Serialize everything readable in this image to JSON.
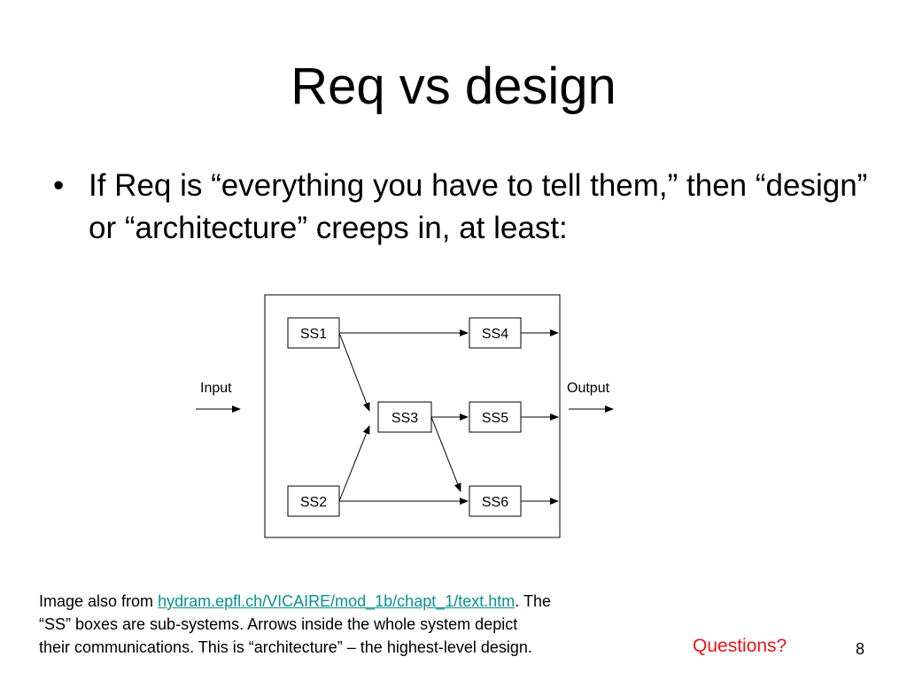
{
  "slide": {
    "title": "Req vs design",
    "bullet_symbol": "•",
    "bullet_text": "If Req is “everything you have to tell them,” then “design” or “architecture” creeps in, at least:"
  },
  "diagram": {
    "input_label": "Input",
    "output_label": "Output",
    "boxes": {
      "ss1": "SS1",
      "ss2": "SS2",
      "ss3": "SS3",
      "ss4": "SS4",
      "ss5": "SS5",
      "ss6": "SS6"
    },
    "connections": [
      [
        "Input",
        "system"
      ],
      [
        "SS1",
        "SS4"
      ],
      [
        "SS1",
        "SS3"
      ],
      [
        "SS2",
        "SS3"
      ],
      [
        "SS2",
        "SS6"
      ],
      [
        "SS3",
        "SS5"
      ],
      [
        "SS3",
        "SS6"
      ],
      [
        "SS4",
        "system-edge"
      ],
      [
        "SS5",
        "system-edge"
      ],
      [
        "SS6",
        "system-edge"
      ],
      [
        "system",
        "Output"
      ]
    ]
  },
  "footnote": {
    "prefix": "Image also from ",
    "link_text": "hydram.epfl.ch/VICAIRE/mod_1b/chapt_1/text.htm",
    "suffix_line1": ".  The",
    "line2": "“SS” boxes are sub-systems.  Arrows inside the whole system depict",
    "line3": "their communications.  This is “architecture” – the highest-level design."
  },
  "questions_label": "Questions?",
  "page_number": "8",
  "colors": {
    "link": "#0b8f8f",
    "questions": "#e8141a"
  }
}
